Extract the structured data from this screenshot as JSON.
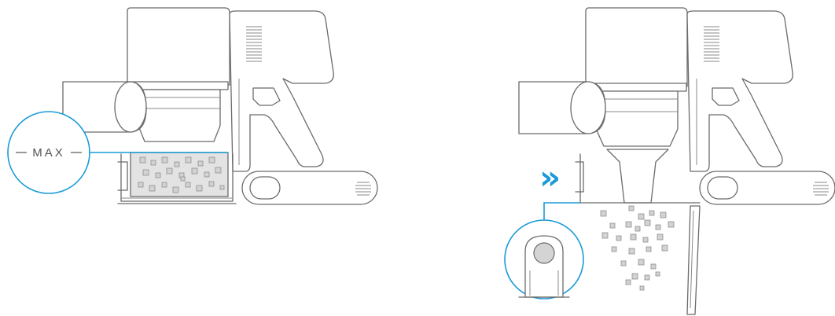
{
  "colors": {
    "accent": "#1a9bd7",
    "line": "#6b6b6b",
    "bin_fill": "#e3e3e3",
    "dust": "#d2d2d2"
  },
  "left_panel": {
    "max_label": "MAX",
    "description_icons": [
      "max-level-callout-circle",
      "dust-bin-full"
    ]
  },
  "right_panel": {
    "arrow_symbol": "»",
    "description_icons": [
      "release-button-callout-circle",
      "bin-lid-open",
      "falling-dust"
    ]
  }
}
